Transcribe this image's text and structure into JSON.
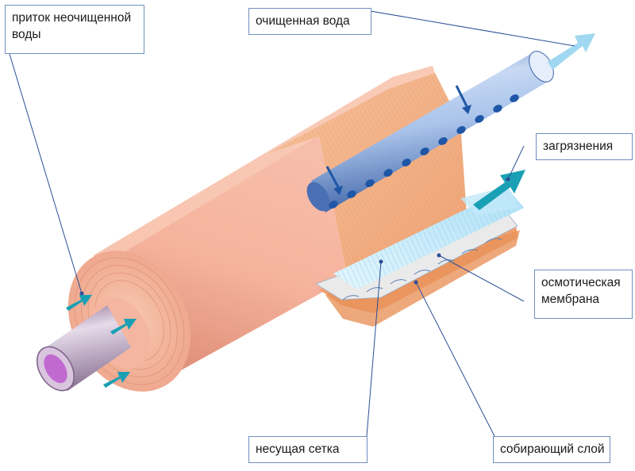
{
  "labels": {
    "inflow": {
      "line1": "приток неочищенной",
      "line2": "воды"
    },
    "purified": "очищенная вода",
    "impurities": "загрязнения",
    "membrane": {
      "line1": "осмотическая",
      "line2": "мембрана"
    },
    "support_mesh": "несущая сетка",
    "collecting_layer": "собирающий слой"
  },
  "colors": {
    "label_border": "#6f8fc0",
    "leader_line": "#2a4f96",
    "housing": "#f0a78f",
    "cut_face": "#f3b389",
    "pipe": "#7fa2d8",
    "inlet_pipe": "#b89fc0",
    "arrow": "#1aa0b5",
    "outflow_arrow": "#9fd8f0",
    "mesh": "#c9ecfb"
  }
}
